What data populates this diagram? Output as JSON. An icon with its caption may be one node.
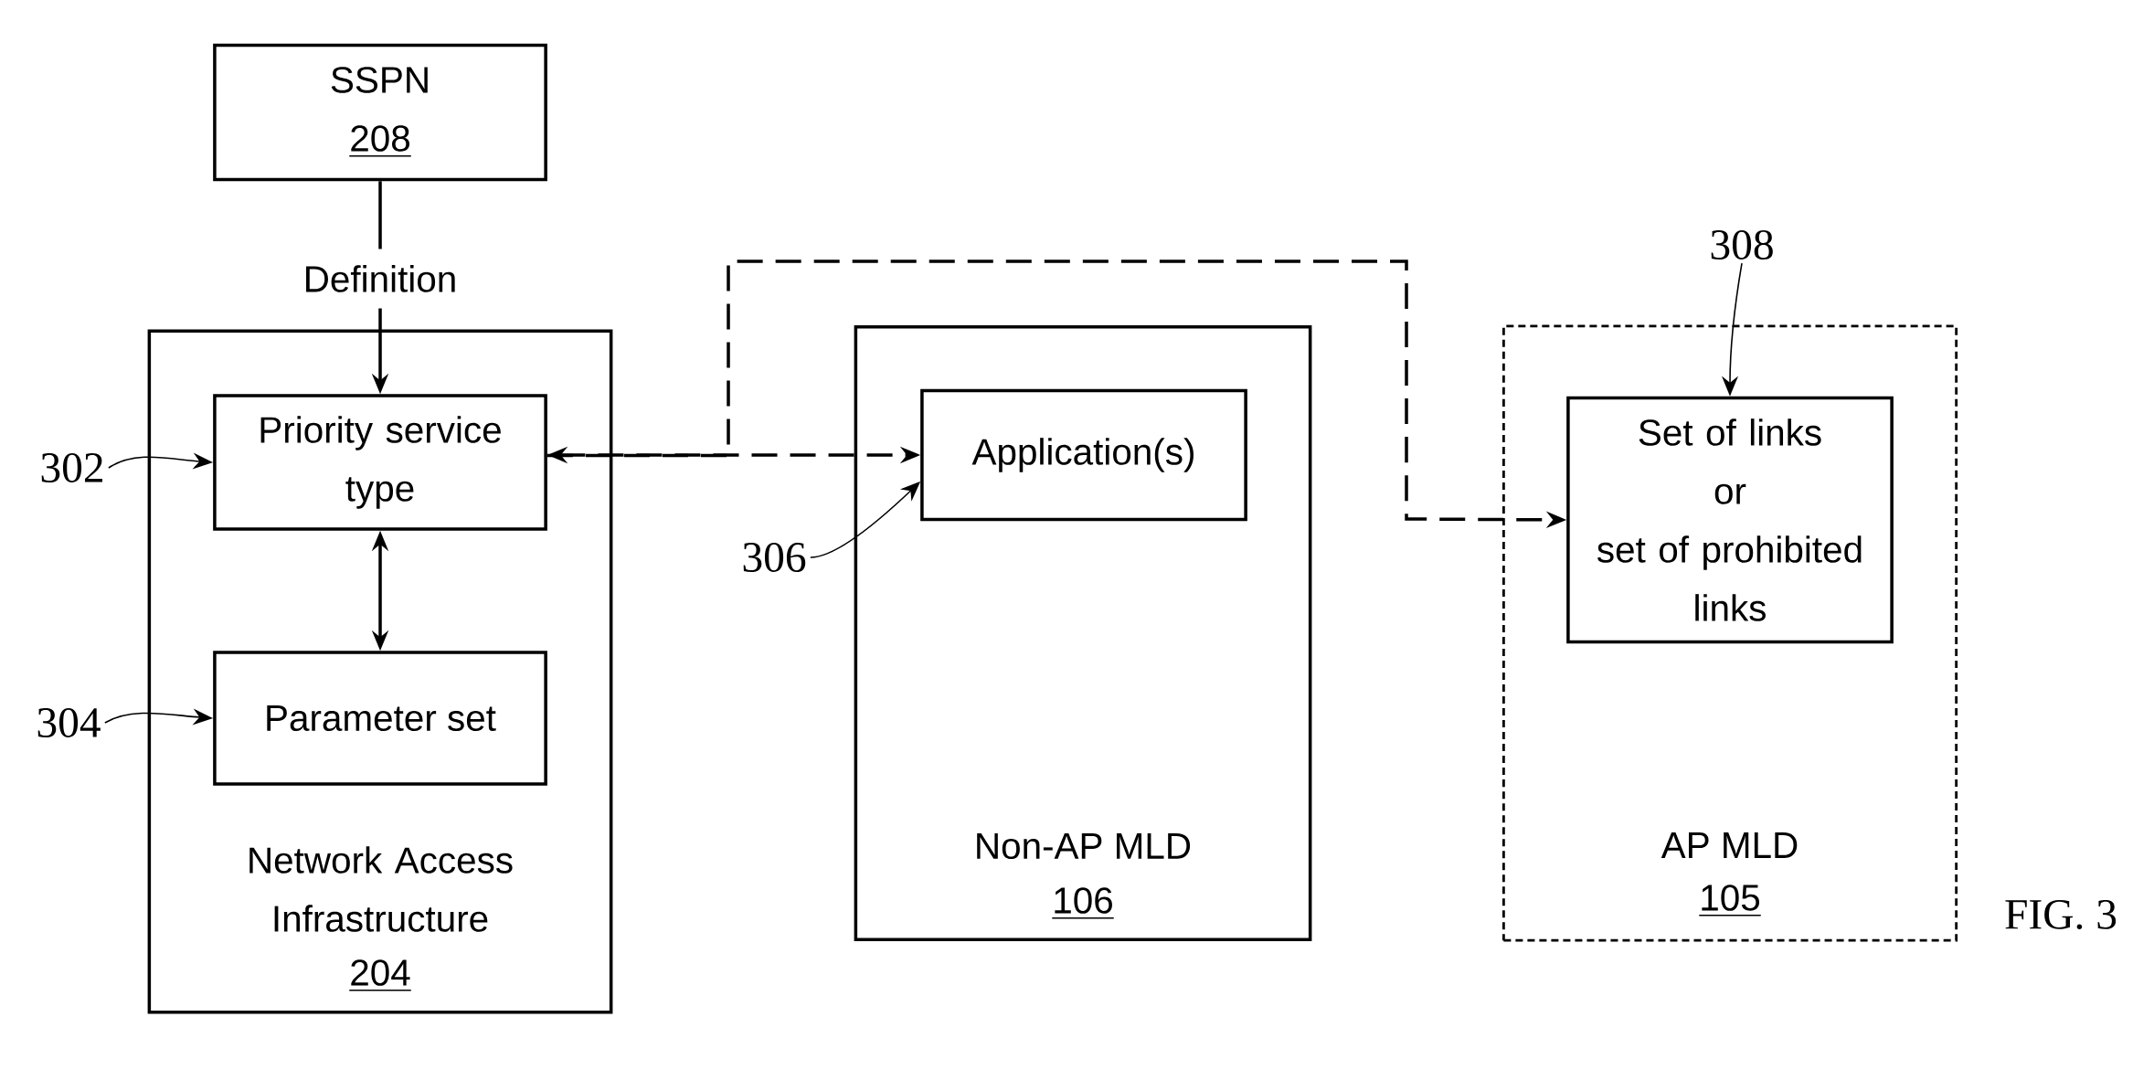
{
  "diagram": {
    "nodes": [
      {
        "text": [
          "SSPN",
          "208"
        ]
      },
      {
        "text": [
          "Network Access Infrastructure",
          "204"
        ]
      },
      {
        "text": [
          "Priority service type"
        ],
        "in": 1
      },
      {
        "text": [
          "Parameter set"
        ],
        "in": 1
      },
      {
        "text": [
          "Non-AP MLD",
          "106"
        ]
      },
      {
        "text": [
          "Application(s)"
        ],
        "in": 4
      },
      {
        "text": [
          "AP MLD",
          "105"
        ]
      },
      {
        "text": [
          "Set of links or set of prohibited links"
        ],
        "in": 6
      },
      {
        "text": [
          "302"
        ]
      },
      {
        "text": [
          "304"
        ]
      },
      {
        "text": [
          "306"
        ]
      },
      {
        "text": [
          "308"
        ]
      }
    ],
    "edges": [
      {
        "from": 0,
        "to": 2,
        "arrow": "to",
        "label": "Definition"
      },
      {
        "from": 2,
        "to": 5,
        "arrow": "both",
        "style": "dashed"
      },
      {
        "from": 2,
        "to": 7,
        "arrow": "to",
        "style": "dashed"
      },
      {
        "from": 2,
        "to": 3,
        "arrow": "both"
      },
      {
        "from": 8,
        "to": 2,
        "arrow": "to"
      },
      {
        "from": 9,
        "to": 3,
        "arrow": "to"
      },
      {
        "from": 10,
        "to": 5,
        "arrow": "to"
      },
      {
        "from": 11,
        "to": 7,
        "arrow": "to"
      }
    ],
    "labels": [
      "FIG. 3"
    ]
  }
}
